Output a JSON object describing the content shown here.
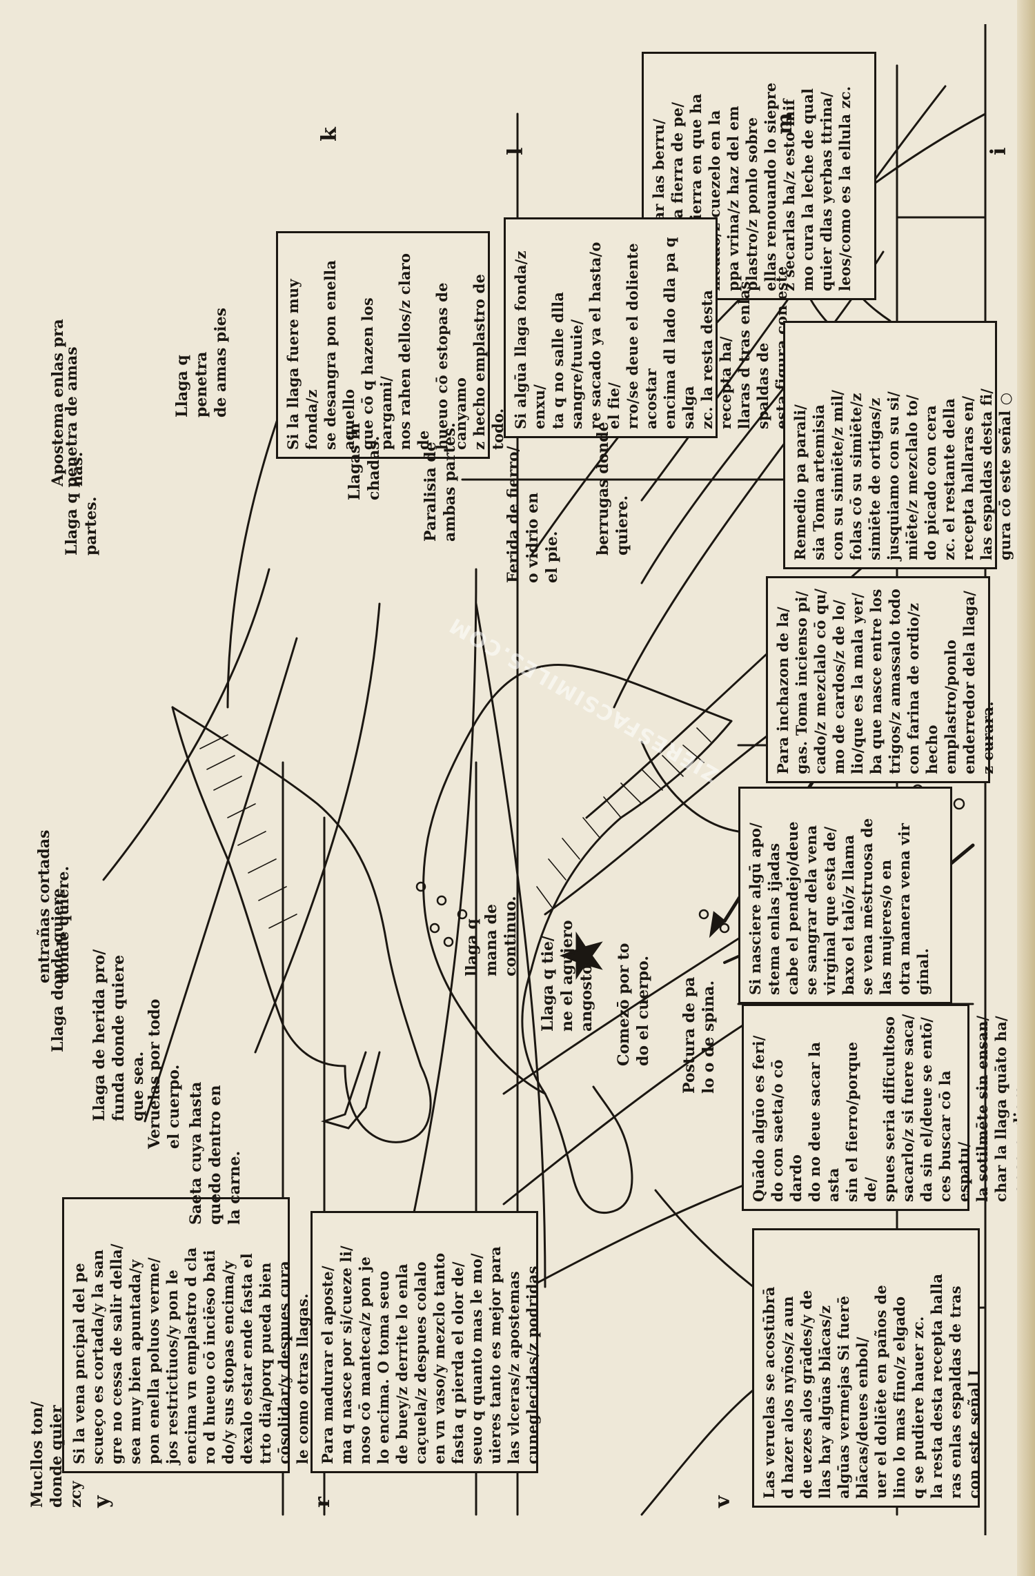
{
  "page": {
    "background": "#eee8d8",
    "ink": "#1b1712"
  },
  "boxes": {
    "box_m_warts": "Para curar las berru/\ngas. Toma fierra de pe/\nrro/z la tierra en que ha\nmeado/z cuezelo en la\nppa vrina/z haz del em\nplastro/z ponlo sobre\nellas renouando lo siepre\nz secarlas ha/z esto mif\nmo cura la leche de qual\nquier dlas yerbas ttrina/\nleos/como es la ellula zc.",
    "box_l_wound": "Si algūa llaga fonda/z enxu/\nta q no salle dlla sangre/tuuie/\nre sacado ya el hasta/o el fie/\nrro/se deue el doliente acostar\nencima dl lado dla pa q salga\nzc. la resta desta recepta ha/\nllaras d tras enlas spaldas de\nesta figura con este señal (",
    "box_k_deep": "Si la llaga fuere muy fonda/z\nse desangra pon enella aquello\nque cō q hazen los pargami/\nnos rahen dellos/z claro de\nhueuo cō estopas de canyamo\nz hecho emplastro de todo.",
    "box_paralysis": "Remedio pa parali/\nsia Toma artemisia\ncon su simiēte/z mil/\nfolas cō su simiēte/z\nsimiēte de ortigas/z\njusquiamo con su si/\nmiēte/z mezclalo to/\ndo picado con cera\nzc. el restante della\nrecepta hallaras en/\nlas espaldas desta fi/\ngura cō este señal ○",
    "box_swelling": "Para inchazon de la/\ngas. Toma incienso pi/\ncado/z mezclalo cō qu/\nmo de cardos/z de lo/\nlio/que es la mala yer/\nba que nasce entre los\ntrigos/z amassalo todo\ncon farina de ordio/z\nhecho emplastro/ponlo\nenderredor dela llaga/\nz curara.",
    "box_heel": "Si nasciere algū apo/\nstema enlas ijadas\ncabe el pendejo/deue\nse sangrar dela vena\nvirginal que esta de/\nbaxo el talō/z llama\nse vena mēstruosa de\nlas mujeres/o en\notra manera vena vir\nginal.",
    "box_arrow": "Quādo algūo es feri/\ndo con saeta/o cō dardo\ndo no deue sacar la asta\nsin el fierro/porque de/\nspues seria dificultoso\nsacarlo/z si fuere saca/\nda sin el/deue se entō/\nces buscar cō la espatu/\nla sotilmēte sin ensan/\nchar la llaga quāto ha/\nzer se pudiere.",
    "box_s_vein": "Si la vena pncipal del pe\nscueço es cortada/y la san\ngre no cessa de salir della/\nsea muy bien apuntada/y\npon enella poluos verme/\njos restrictiuos/y pon le\nencima vn emplastro d cla\nro d hueuo cō inciēso bati\ndo/y sus stopas encima/y\ndexalo estar ende fasta el\ntrto dia/porq pueda bien\ncōsolidar/y despues cura\nle como otras llagas.",
    "box_r_abscess": "Para madurar el aposte/\nma q nasce por si/cueze li/\nnoso cō manteca/z pon je\nlo encima. O toma seuo\nde buey/z derrite lo enla\ncaçuela/z despues colalo\nen vn vaso/y mezclo tanto\nfasta q pierda el olor de/\nseuo q quanto mas le mo/\nuieres tanto es mejor para\nlas vlceras/z apostemas\ncuneglecidas/z podridas",
    "box_v_small_veins": "Las veruelas se acostūbrā\nd hazer alos nyños/z aun\nde uezes alos grādes/y de\nllas hay algūas blācas/z\nalgūas vermejas Si fuerē\nblācas/deues enbol/\nuer el doliēte en paños de\nlino lo mas fino/z elgado\nq se pudiere hauer zc.\nla resta desta recepta halla\nras enlas espaldas de tras\ncon este señal I"
  },
  "labels": {
    "apostema_feet": "Apostema enlas pra\nnas.",
    "llaga_penetra_pies": "Llaga q\npenetra\nde amas pies",
    "llaga_penetra_partes": "Llaga    q penetra de amas\npartes.",
    "llagas_inchadas": "Llagas in\nchadas.",
    "paralisia": "Paralisia de\nambas partes.",
    "ferida_fierro": "Ferida de fierro/\no vidrio en\nel pie.",
    "berrugas": "berrugas donde\nquiere.",
    "llaga_mana": "llaga q\nmana de\ncontinuo.",
    "llaga_agujero": "Llaga q tie/\nne el agujero\nangosto.",
    "comezon": "Comezō por to\ndo el cuerpo.",
    "postura": "Postura de pa\nlo o de spina.",
    "entranas": "entrañas cortadas\ndonde quiere.",
    "llaga_donde": "Llaga donde quiere",
    "llaga_herida": "Llaga de herida pro/\nfunda donde quiere\nque sea.",
    "veruelas": "Veruelas por todo\nel cuerpo.",
    "saeta": "Saeta cuya hasta\nquedo dentro en\nla carne.",
    "top_left_fragment": "Mucllos ton/\ndonde quier\nzcy"
  },
  "margin_letters": {
    "i": "i",
    "k": "k",
    "l": "l",
    "m": "m",
    "y": "y",
    "r": "r",
    "v": "v"
  },
  "watermark": "ZIERESFACSIMILES.COM"
}
